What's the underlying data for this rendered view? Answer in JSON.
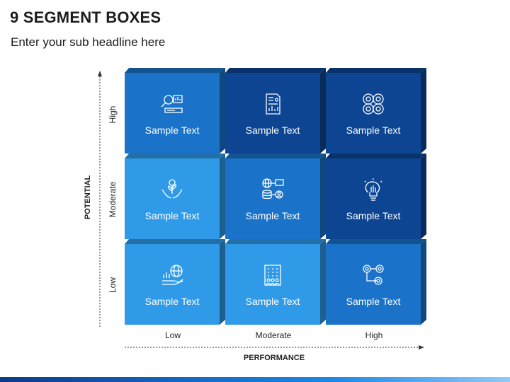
{
  "title": "9 SEGMENT BOXES",
  "subtitle": "Enter your sub headline here",
  "axes": {
    "y_title": "POTENTIAL",
    "y_ticks": [
      "High",
      "Moderate",
      "Low"
    ],
    "x_title": "PERFORMANCE",
    "x_ticks": [
      "Low",
      "Moderate",
      "High"
    ]
  },
  "grid": {
    "rows": [
      {
        "potential": "High",
        "cells": [
          {
            "label": "Sample Text",
            "icon": "analytics-search-icon",
            "color": "#1a73c8"
          },
          {
            "label": "Sample Text",
            "icon": "report-document-icon",
            "color": "#0d4593"
          },
          {
            "label": "Sample Text",
            "icon": "four-circles-icon",
            "color": "#0d4593"
          }
        ]
      },
      {
        "potential": "Moderate",
        "cells": [
          {
            "label": "Sample Text",
            "icon": "hands-growth-icon",
            "color": "#2f9be8"
          },
          {
            "label": "Sample Text",
            "icon": "network-database-icon",
            "color": "#1a73c8"
          },
          {
            "label": "Sample Text",
            "icon": "idea-bulb-icon",
            "color": "#0d4593"
          }
        ]
      },
      {
        "potential": "Low",
        "cells": [
          {
            "label": "Sample Text",
            "icon": "globe-chart-icon",
            "color": "#2f9be8"
          },
          {
            "label": "Sample Text",
            "icon": "office-building-icon",
            "color": "#2f9be8"
          },
          {
            "label": "Sample Text",
            "icon": "gears-process-icon",
            "color": "#1a73c8"
          }
        ]
      }
    ]
  }
}
